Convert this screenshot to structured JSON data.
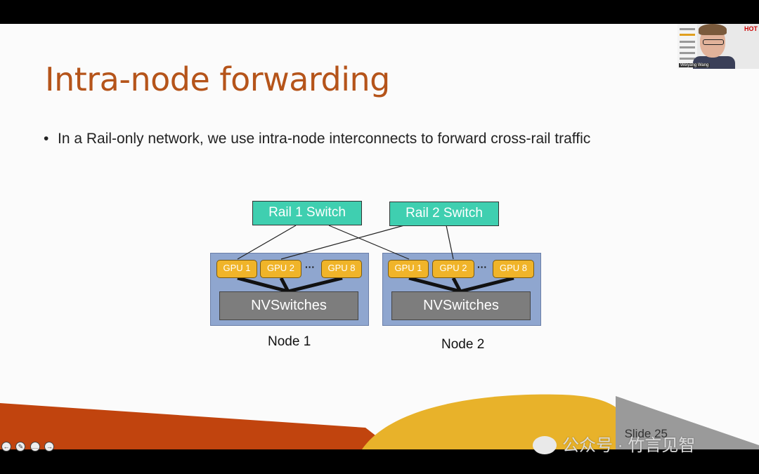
{
  "slide": {
    "title": "Intra-node forwarding",
    "bullet": "In a Rail-only network, we use intra-node interconnects to forward cross-rail traffic",
    "bullet_marker": "•",
    "slide_number": "Slide 25"
  },
  "diagram": {
    "switches": [
      {
        "label": "Rail 1 Switch"
      },
      {
        "label": "Rail 2 Switch"
      }
    ],
    "nodes": [
      {
        "label": "Node 1",
        "gpus": [
          "GPU 1",
          "GPU 2",
          "GPU 8"
        ],
        "fabric": "NVSwitches"
      },
      {
        "label": "Node 2",
        "gpus": [
          "GPU 1",
          "GPU 2",
          "GPU 8"
        ],
        "fabric": "NVSwitches"
      }
    ],
    "ellipsis": "···"
  },
  "controls": [
    {
      "icon": "prev-arrow-icon",
      "glyph": "←"
    },
    {
      "icon": "pen-icon",
      "glyph": "✎"
    },
    {
      "icon": "more-icon",
      "glyph": "…"
    },
    {
      "icon": "next-arrow-icon",
      "glyph": "→"
    }
  ],
  "webcam": {
    "presenter_name": "Weiyang Wang",
    "logo_text": "HOT"
  },
  "watermark": {
    "text": "公众号 · 竹言见智"
  },
  "colors": {
    "title": "#b5541a",
    "switch": "#3fcfb0",
    "node": "#8fa6cf",
    "gpu": "#f0b429",
    "nvswitch": "#7d7d7d",
    "orange_band": "#c1440e",
    "yellow_band": "#e8b22a"
  }
}
